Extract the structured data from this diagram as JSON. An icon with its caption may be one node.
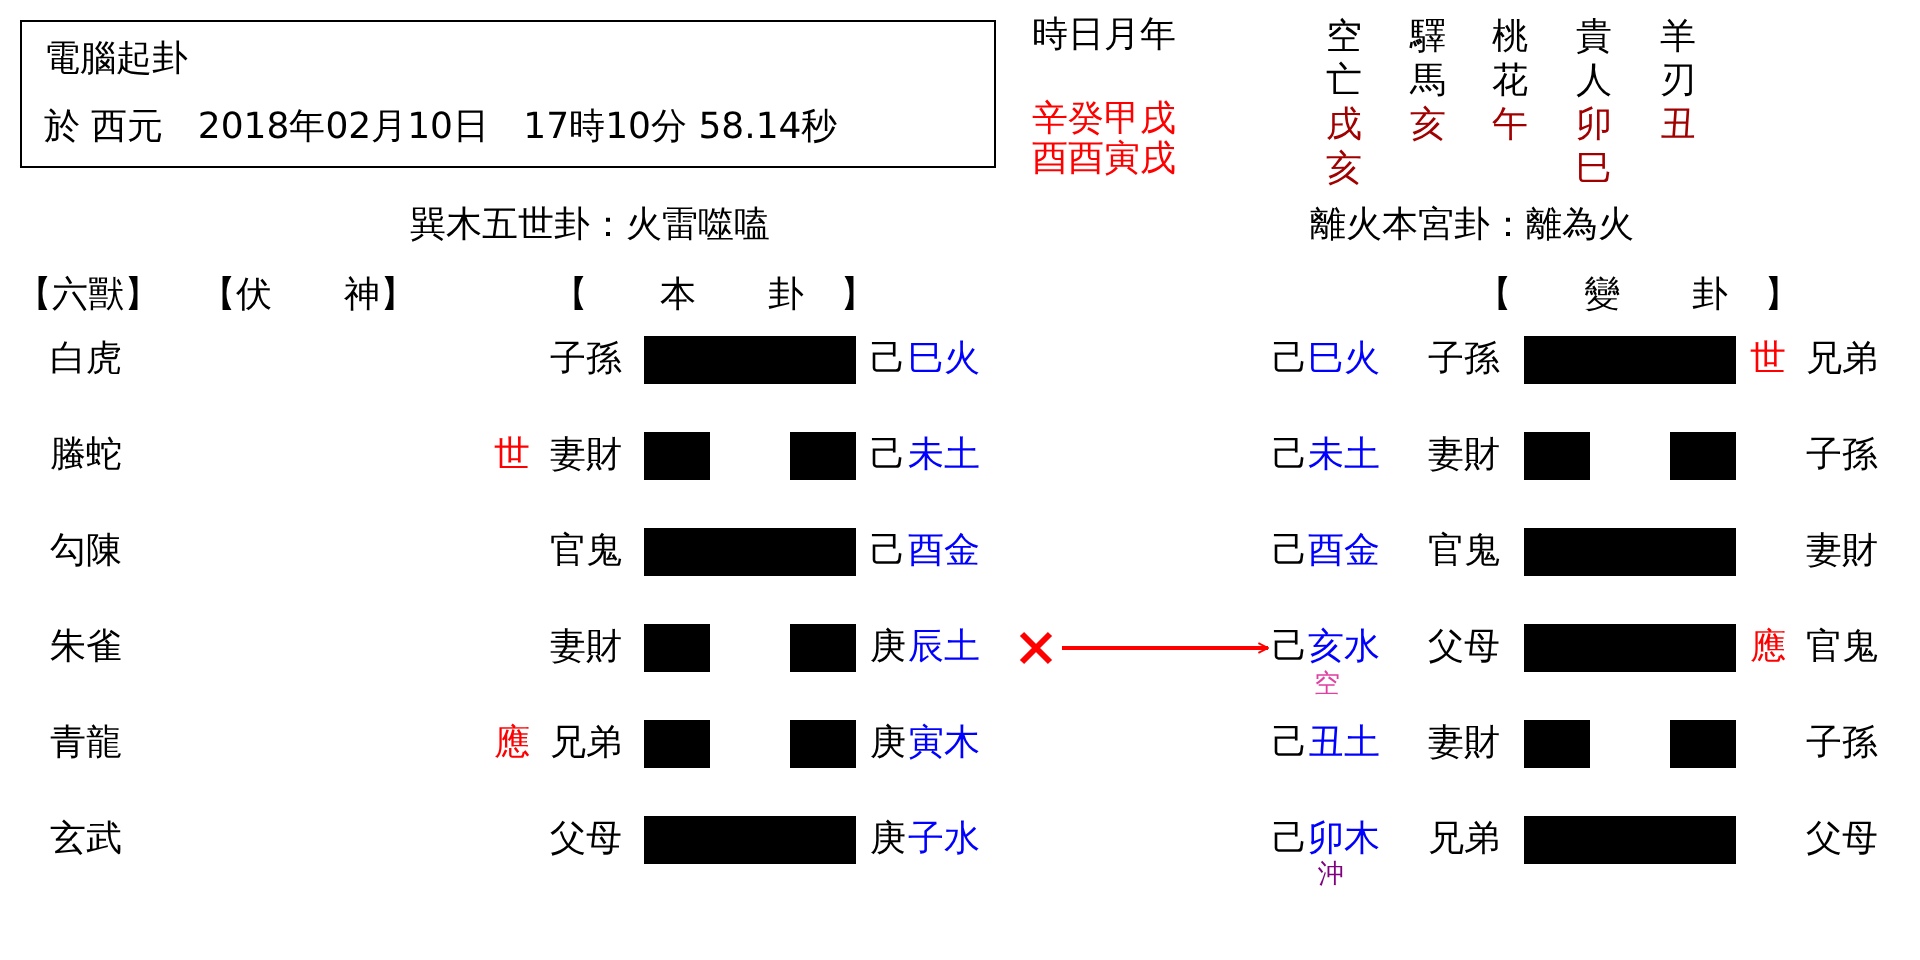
{
  "diagram": {
    "nodes": [
      {
        "text": [
          "電腦起卦",
          "於 西元   2018年02月10日   17時10分 58.14秒"
        ]
      },
      {
        "text": [],
        "shape": "cross"
      },
      {
        "text": [
          "己",
          "亥水"
        ],
        "beside": [
          "空"
        ]
      }
    ],
    "edges": [
      {
        "from": 1,
        "to": 2,
        "arrow": "to",
        "color": "#ff0000"
      }
    ],
    "labels": [
      "時日月年",
      "辛癸甲戌",
      "酉酉寅戌",
      "空亡",
      "戌亥",
      "驛馬",
      "亥",
      "桃花",
      "午",
      "貴人",
      "卯巳",
      "羊刃",
      "丑",
      "巽木五世卦：火雷噬嗑",
      "離火本宮卦：離為火",
      "【六獸】",
      "【伏　　神】",
      "【　　本　　卦　】",
      "【　　變　　卦　】",
      "白虎",
      "子孫",
      "己",
      "巳火",
      "己",
      "巳火",
      "子孫",
      "世",
      "兄弟",
      "螣蛇",
      "世",
      "妻財",
      "己",
      "未土",
      "己",
      "未土",
      "妻財",
      "子孫",
      "勾陳",
      "官鬼",
      "己",
      "酉金",
      "己",
      "酉金",
      "官鬼",
      "妻財",
      "朱雀",
      "妻財",
      "庚",
      "辰土",
      "父母",
      "應",
      "官鬼",
      "青龍",
      "應",
      "兄弟",
      "庚",
      "寅木",
      "己",
      "丑土",
      "妻財",
      "子孫",
      "玄武",
      "父母",
      "庚",
      "子水",
      "己",
      "卯木",
      "沖",
      "兄弟",
      "父母"
    ]
  }
}
